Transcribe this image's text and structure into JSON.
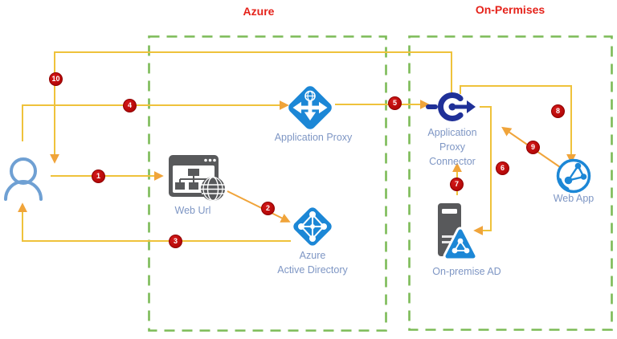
{
  "titles": {
    "azure": "Azure",
    "on_premises": "On-Permises"
  },
  "nodes": {
    "user": {
      "label": ""
    },
    "web_url": {
      "label": "Web Url"
    },
    "application_proxy": {
      "label": "Application Proxy"
    },
    "azure_active_directory": {
      "label": "Azure\nActive Directory"
    },
    "application_proxy_connector": {
      "label": "Application\nProxy\nConnector"
    },
    "on_premise_ad": {
      "label": "On-premise AD"
    },
    "web_app": {
      "label": "Web App"
    }
  },
  "steps": [
    {
      "n": "1"
    },
    {
      "n": "2"
    },
    {
      "n": "3"
    },
    {
      "n": "4"
    },
    {
      "n": "5"
    },
    {
      "n": "6"
    },
    {
      "n": "7"
    },
    {
      "n": "8"
    },
    {
      "n": "9"
    },
    {
      "n": "10"
    }
  ],
  "colors": {
    "boundary_green": "#7CBB57",
    "flow_line_gold": "#EFC23B",
    "flow_arrow_orange": "#F0A43A",
    "step_badge_red": "#C00000",
    "zone_title_red": "#E5231B",
    "icon_blue": "#1C87D6",
    "connector_navy": "#1F3098",
    "icon_gray": "#58595B",
    "user_blue": "#6FA0D3",
    "label_blue_gray": "#7E96C4"
  }
}
